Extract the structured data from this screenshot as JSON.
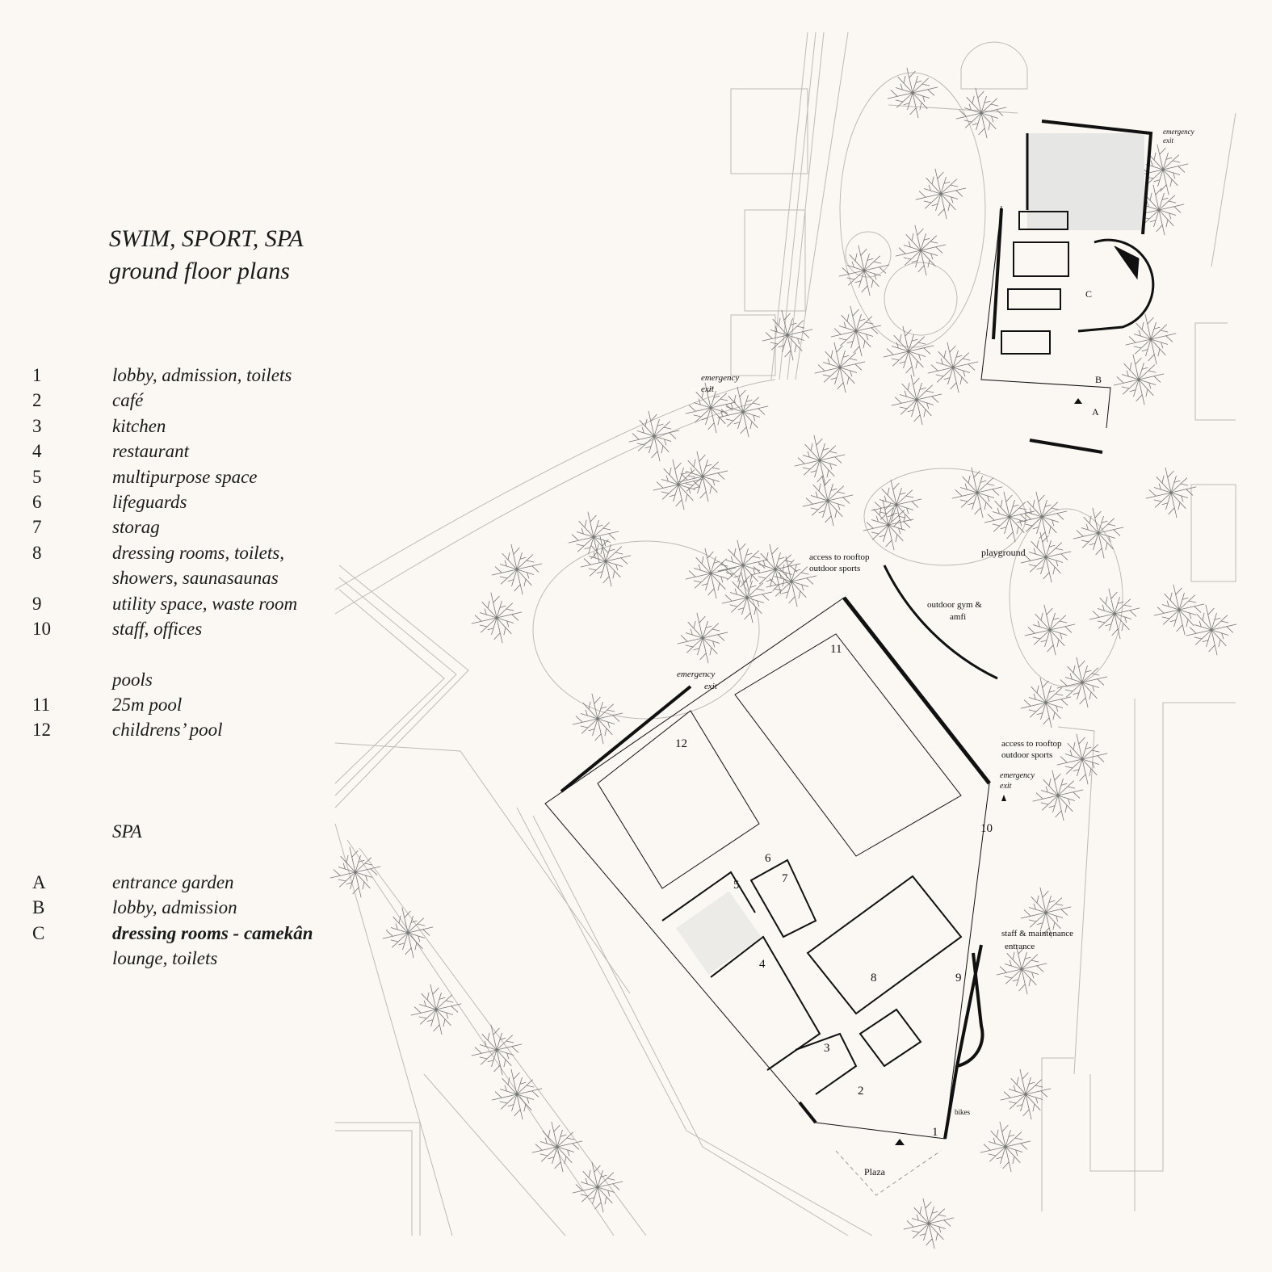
{
  "title": {
    "line1": "SWIM, SPORT, SPA",
    "line2": "ground floor plans"
  },
  "legend": {
    "rooms": [
      {
        "num": "1",
        "label": "lobby, admission, toilets"
      },
      {
        "num": "2",
        "label": "café"
      },
      {
        "num": "3",
        "label": "kitchen"
      },
      {
        "num": "4",
        "label": "restaurant"
      },
      {
        "num": "5",
        "label": "multipurpose space"
      },
      {
        "num": "6",
        "label": "lifeguards"
      },
      {
        "num": "7",
        "label": "storag"
      },
      {
        "num": "8",
        "label": "dressing rooms, toilets,"
      },
      {
        "num": "",
        "label": "showers, saunasaunas"
      },
      {
        "num": "9",
        "label": "utility space, waste room"
      },
      {
        "num": "10",
        "label": "staff, offices"
      }
    ],
    "pools_heading": "pools",
    "pools": [
      {
        "num": "11",
        "label": "25m pool"
      },
      {
        "num": "12",
        "label": "childrens’ pool"
      }
    ],
    "spa_heading": "SPA",
    "spa": [
      {
        "num": "A",
        "label": "entrance garden"
      },
      {
        "num": "B",
        "label": "lobby, admission"
      },
      {
        "num": "C",
        "label": "dressing rooms - camekân"
      },
      {
        "num": "",
        "label": "lounge, toilets"
      }
    ]
  },
  "plan": {
    "emergency_exit_line1": "emergency",
    "emergency_exit_line2": "exit",
    "access_rooftop_line1": "access to rooftop",
    "access_rooftop_line2": "outdoor sports",
    "playground": "playground",
    "outdoor_gym_line1": "outdoor gym &",
    "outdoor_gym_line2": "amfi",
    "staff_entrance_line1": "staff & maintenance",
    "staff_entrance_line2": "entrance",
    "bikes": "bikes",
    "plaza": "Plaza",
    "room_numbers": [
      "1",
      "2",
      "3",
      "4",
      "5",
      "6",
      "7",
      "8",
      "9",
      "10",
      "11",
      "12"
    ],
    "spa_letters": [
      "A",
      "B",
      "C"
    ]
  }
}
